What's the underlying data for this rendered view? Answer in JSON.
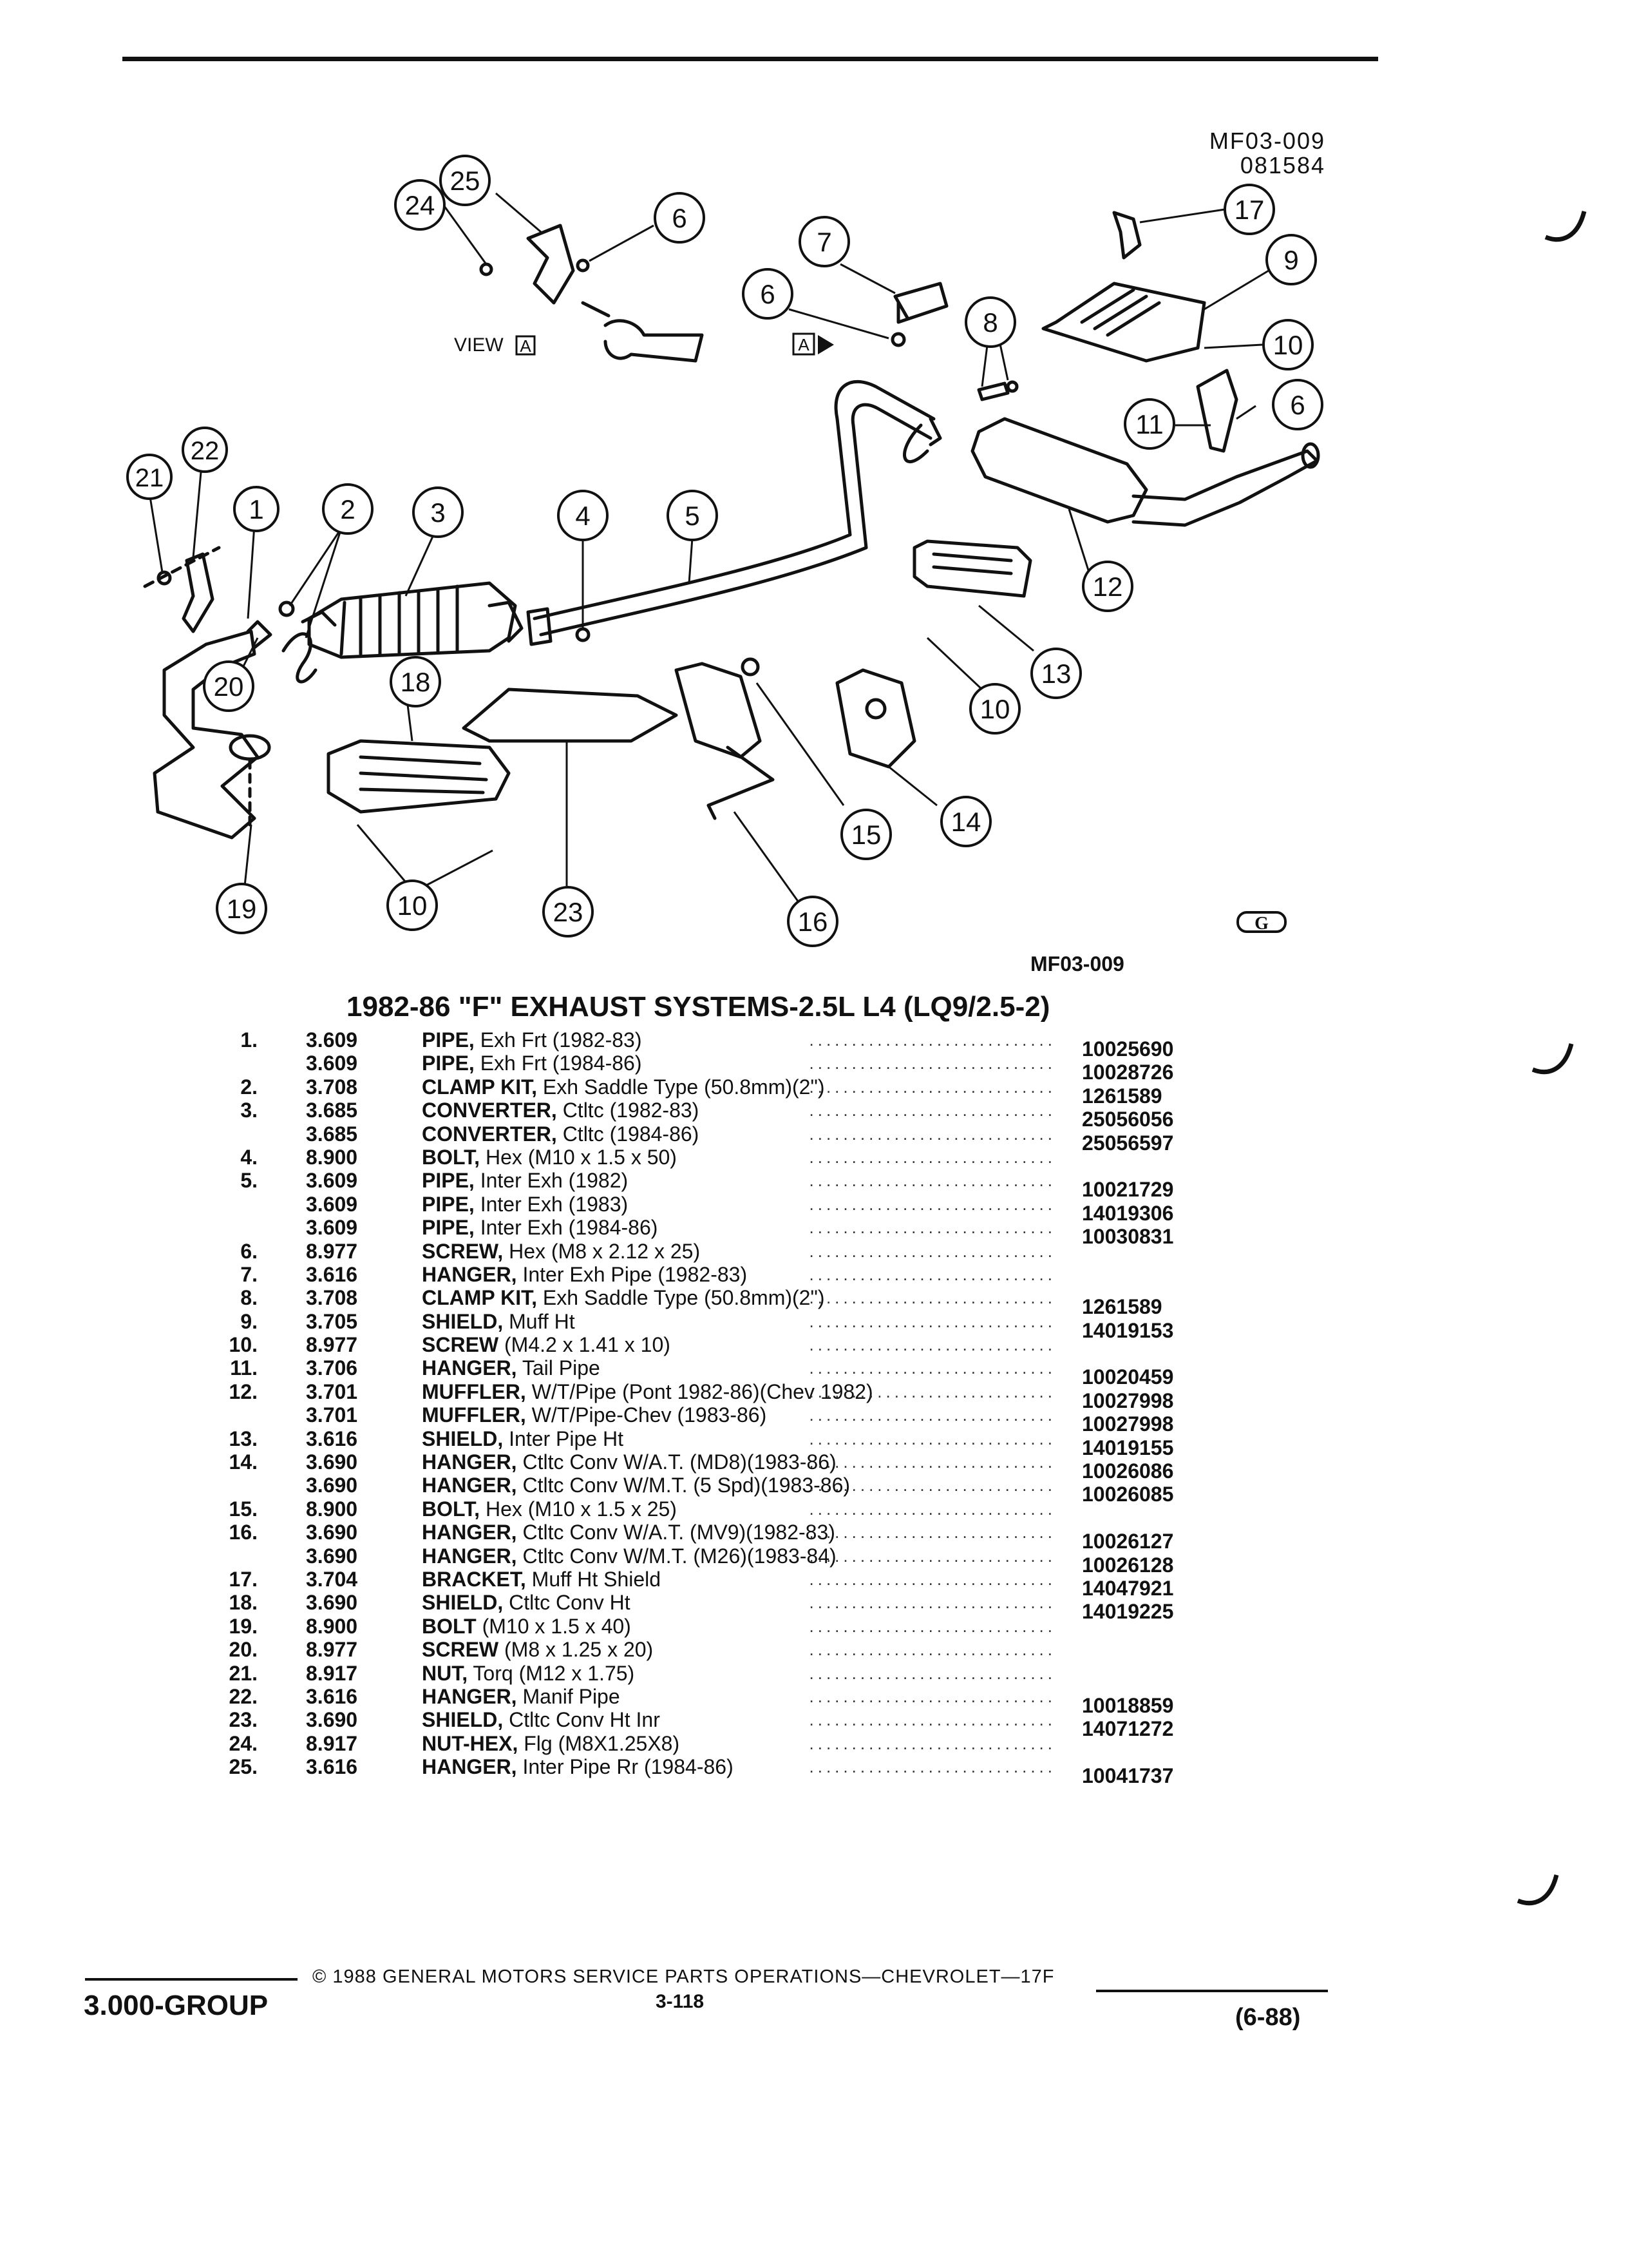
{
  "header": {
    "code_line1": "MF03-009",
    "code_line2": "081584"
  },
  "diagram": {
    "view_label": "VIEW",
    "view_letter": "A",
    "arrow_letter": "A",
    "code": "MF03-009"
  },
  "title": "1982-86 \"F\" EXHAUST SYSTEMS-2.5L L4 (LQ9/2.5-2)",
  "parts": [
    {
      "num": "1.",
      "group": "3.609",
      "name": "PIPE,",
      "detail": "Exh Frt (1982-83)",
      "part_no": "10025690"
    },
    {
      "num": "",
      "group": "3.609",
      "name": "PIPE,",
      "detail": "Exh Frt (1984-86)",
      "part_no": "10028726"
    },
    {
      "num": "2.",
      "group": "3.708",
      "name": "CLAMP KIT,",
      "detail": "Exh Saddle Type (50.8mm)(2\")",
      "part_no": "1261589"
    },
    {
      "num": "3.",
      "group": "3.685",
      "name": "CONVERTER,",
      "detail": "Ctltc (1982-83)",
      "part_no": "25056056"
    },
    {
      "num": "",
      "group": "3.685",
      "name": "CONVERTER,",
      "detail": "Ctltc (1984-86)",
      "part_no": "25056597"
    },
    {
      "num": "4.",
      "group": "8.900",
      "name": "BOLT,",
      "detail": "Hex (M10 x 1.5 x 50)",
      "part_no": ""
    },
    {
      "num": "5.",
      "group": "3.609",
      "name": "PIPE,",
      "detail": "Inter Exh (1982)",
      "part_no": "10021729"
    },
    {
      "num": "",
      "group": "3.609",
      "name": "PIPE,",
      "detail": "Inter Exh (1983)",
      "part_no": "14019306"
    },
    {
      "num": "",
      "group": "3.609",
      "name": "PIPE,",
      "detail": "Inter Exh (1984-86)",
      "part_no": "10030831"
    },
    {
      "num": "6.",
      "group": "8.977",
      "name": "SCREW,",
      "detail": "Hex (M8 x 2.12 x 25)",
      "part_no": ""
    },
    {
      "num": "7.",
      "group": "3.616",
      "name": "HANGER,",
      "detail": "Inter Exh Pipe (1982-83)",
      "part_no": ""
    },
    {
      "num": "8.",
      "group": "3.708",
      "name": "CLAMP KIT,",
      "detail": "Exh Saddle Type (50.8mm)(2\")",
      "part_no": "1261589"
    },
    {
      "num": "9.",
      "group": "3.705",
      "name": "SHIELD,",
      "detail": "Muff Ht",
      "part_no": "14019153"
    },
    {
      "num": "10.",
      "group": "8.977",
      "name": "SCREW",
      "detail": "(M4.2 x 1.41 x 10)",
      "part_no": ""
    },
    {
      "num": "11.",
      "group": "3.706",
      "name": "HANGER,",
      "detail": "Tail Pipe",
      "part_no": "10020459"
    },
    {
      "num": "12.",
      "group": "3.701",
      "name": "MUFFLER,",
      "detail": "W/T/Pipe (Pont 1982-86)(Chev 1982)",
      "part_no": "10027998"
    },
    {
      "num": "",
      "group": "3.701",
      "name": "MUFFLER,",
      "detail": "W/T/Pipe-Chev (1983-86)",
      "part_no": "10027998"
    },
    {
      "num": "13.",
      "group": "3.616",
      "name": "SHIELD,",
      "detail": "Inter Pipe Ht",
      "part_no": "14019155"
    },
    {
      "num": "14.",
      "group": "3.690",
      "name": "HANGER,",
      "detail": "Ctltc Conv W/A.T. (MD8)(1983-86)",
      "part_no": "10026086"
    },
    {
      "num": "",
      "group": "3.690",
      "name": "HANGER,",
      "detail": "Ctltc Conv W/M.T. (5 Spd)(1983-86)",
      "part_no": "10026085"
    },
    {
      "num": "15.",
      "group": "8.900",
      "name": "BOLT,",
      "detail": "Hex (M10 x 1.5 x 25)",
      "part_no": ""
    },
    {
      "num": "16.",
      "group": "3.690",
      "name": "HANGER,",
      "detail": "Ctltc Conv W/A.T. (MV9)(1982-83)",
      "part_no": "10026127"
    },
    {
      "num": "",
      "group": "3.690",
      "name": "HANGER,",
      "detail": "Ctltc Conv W/M.T. (M26)(1983-84)",
      "part_no": "10026128"
    },
    {
      "num": "17.",
      "group": "3.704",
      "name": "BRACKET,",
      "detail": "Muff Ht Shield",
      "part_no": "14047921"
    },
    {
      "num": "18.",
      "group": "3.690",
      "name": "SHIELD,",
      "detail": "Ctltc Conv Ht",
      "part_no": "14019225"
    },
    {
      "num": "19.",
      "group": "8.900",
      "name": "BOLT",
      "detail": "(M10 x 1.5 x 40)",
      "part_no": ""
    },
    {
      "num": "20.",
      "group": "8.977",
      "name": "SCREW",
      "detail": "(M8 x 1.25 x 20)",
      "part_no": ""
    },
    {
      "num": "21.",
      "group": "8.917",
      "name": "NUT,",
      "detail": "Torq (M12 x 1.75)",
      "part_no": ""
    },
    {
      "num": "22.",
      "group": "3.616",
      "name": "HANGER,",
      "detail": "Manif Pipe",
      "part_no": "10018859"
    },
    {
      "num": "23.",
      "group": "3.690",
      "name": "SHIELD,",
      "detail": "Ctltc Conv Ht Inr",
      "part_no": "14071272"
    },
    {
      "num": "24.",
      "group": "8.917",
      "name": "NUT-HEX,",
      "detail": "Flg (M8X1.25X8)",
      "part_no": ""
    },
    {
      "num": "25.",
      "group": "3.616",
      "name": "HANGER,",
      "detail": "Inter Pipe Rr (1984-86)",
      "part_no": "10041737"
    }
  ],
  "footer": {
    "group": "3.000-GROUP",
    "copyright": "© 1988 GENERAL MOTORS SERVICE PARTS OPERATIONS—CHEVROLET—17F",
    "page": "3-118",
    "date": "(6-88)"
  }
}
